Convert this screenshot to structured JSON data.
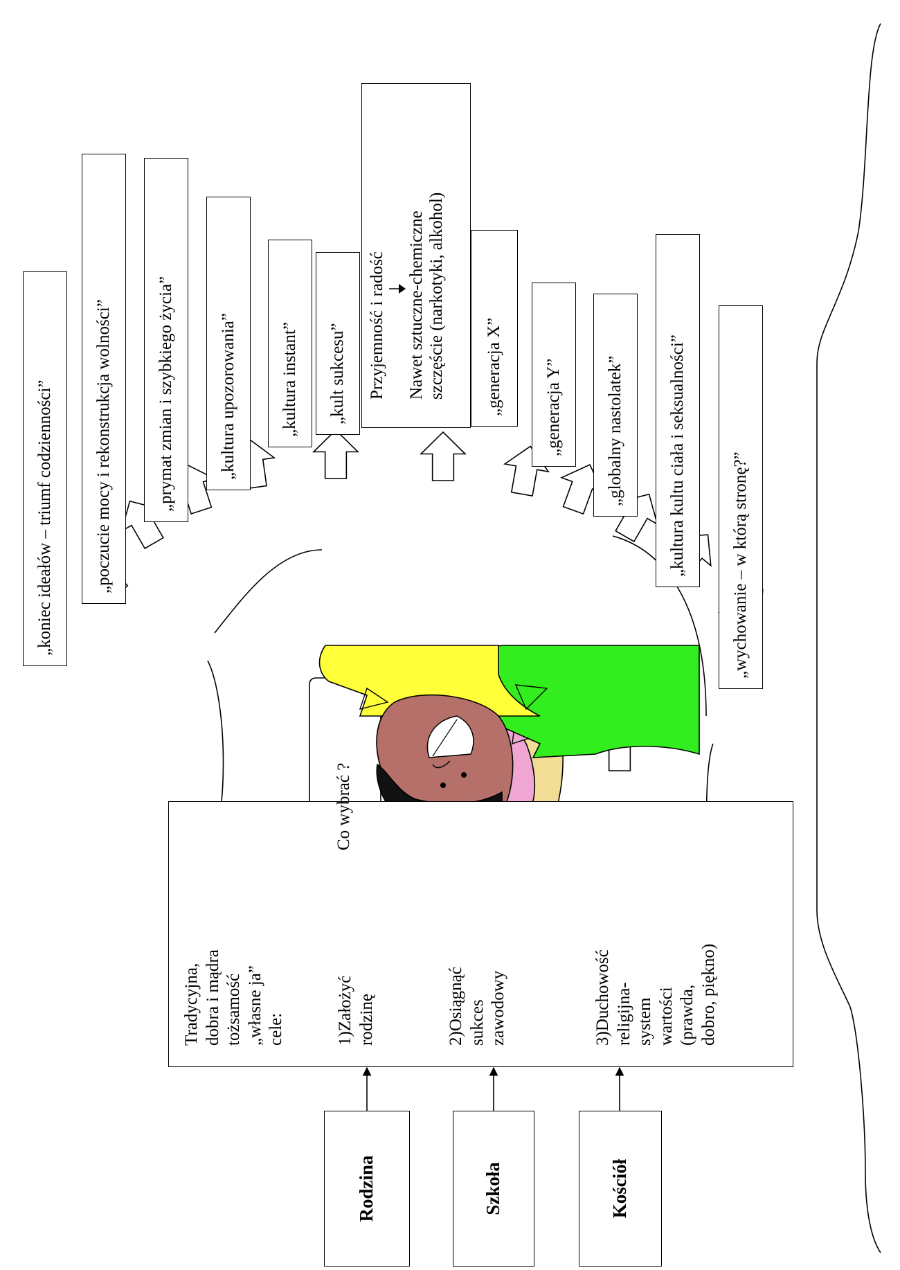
{
  "sources": [
    "Rodzina",
    "Szkoła",
    "Kościół"
  ],
  "tradition": {
    "intro": [
      "Tradycyjna,",
      "dobra i mądra",
      "tożsamość",
      "„własne ja”",
      "cele:"
    ],
    "goal1": [
      "1)Założyć",
      "rodzinę"
    ],
    "goal2": [
      "2)Osiągnąć",
      "sukces",
      "zawodowy"
    ],
    "goal3": [
      "3)Duchowość",
      "religijna-",
      "system",
      "wartości",
      "(prawda,",
      "dobro, piękno)"
    ]
  },
  "speech_bubble": "Co wybrać ?",
  "trends": [
    "„koniec ideałów – triumf codzienności”",
    "„poczucie mocy i rekonstrukcja wolności”",
    "„prymat zmian i szybkiego życia”",
    "„kultura upozorowania”",
    "„kultura instant”",
    "„kult sukcesu”",
    "„generacja X”",
    "„generacja Y”",
    "„globalny nastolatek”",
    "„kultura kultu ciała i seksualności”",
    "„wychowanie – w którą stronę?”"
  ],
  "pleasure_box": {
    "line1": "Przyjemność i radość",
    "line2": "Nawet sztuczne-chemiczne",
    "line3": "szczęście (narkotyki, alkohol)"
  },
  "colors": {
    "girl_hair": "#f2dd94",
    "girl_skin": "#f0a6d2",
    "girl_shirt": "#33ee1f",
    "boy_skin": "#b5706a",
    "boy_shirt": "#ffff3a",
    "boy_hair": "#111111"
  }
}
